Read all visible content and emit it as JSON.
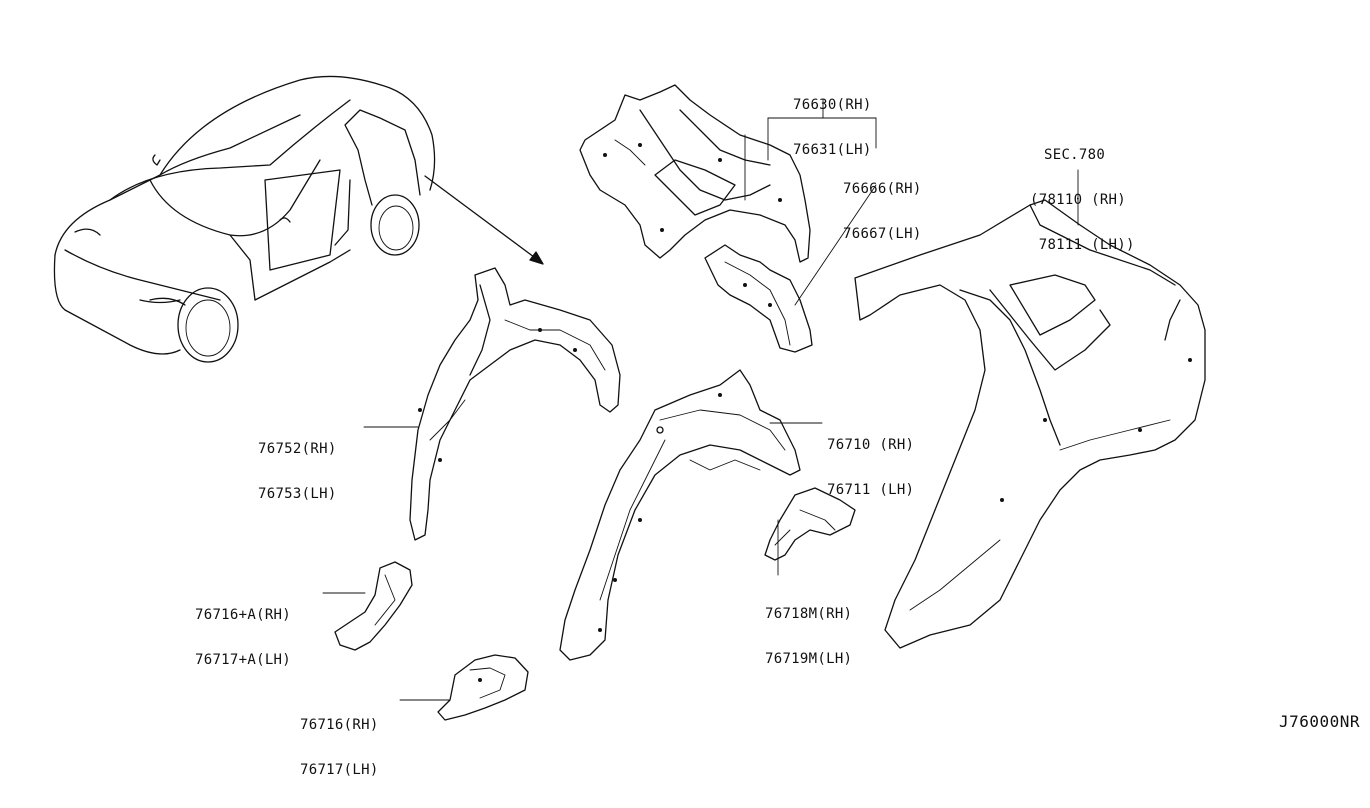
{
  "labels": {
    "p76630": [
      "76630(RH)",
      "76631(LH)"
    ],
    "p76666": [
      "76666(RH)",
      "76667(LH)"
    ],
    "sec780": [
      "SEC.780",
      "(78110 (RH)",
      " 78111 (LH))"
    ],
    "p76752": [
      "76752(RH)",
      "76753(LH)"
    ],
    "p76710": [
      "76710 (RH)",
      "76711 (LH)"
    ],
    "p76716a": [
      "76716+A(RH)",
      "76717+A(LH)"
    ],
    "p76718": [
      "76718M(RH)",
      "76719M(LH)"
    ],
    "p76716": [
      "76716(RH)",
      "76717(LH)"
    ]
  },
  "diagram_code": "J76000NR"
}
